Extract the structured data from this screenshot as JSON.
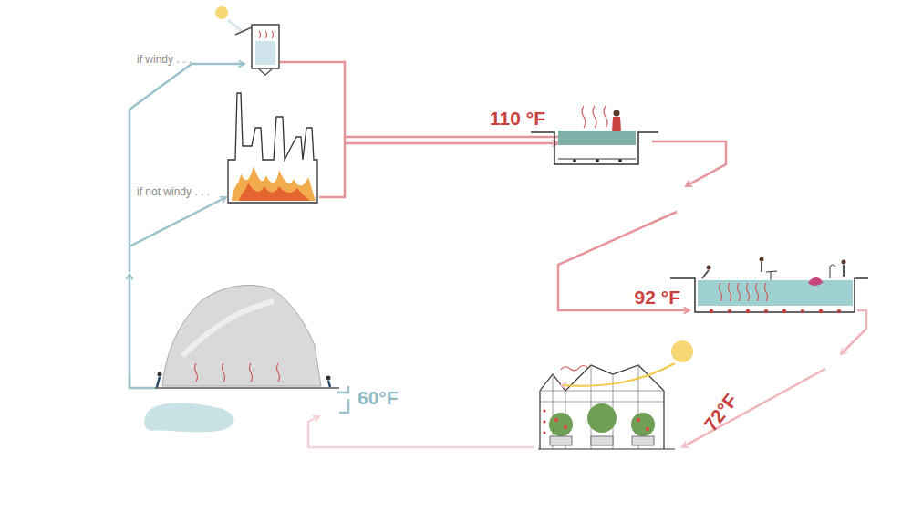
{
  "diagram": {
    "labels": [
      "if windy . . .",
      "if not windy . . .",
      "110 °F",
      "92 °F",
      "72°F",
      "60°F"
    ]
  }
}
